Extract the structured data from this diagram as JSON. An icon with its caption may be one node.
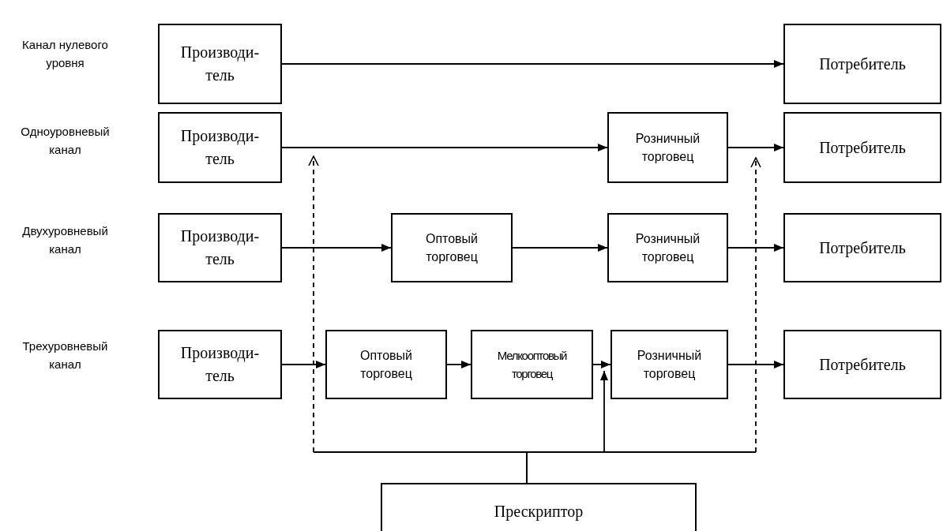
{
  "diagram": {
    "nodes": [
      {
        "text": [
          "Производи- тель"
        ]
      },
      {
        "text": [
          "Потребитель"
        ]
      },
      {
        "text": [
          "Производи- тель"
        ]
      },
      {
        "text": [
          "Розничный торговец"
        ]
      },
      {
        "text": [
          "Потребитель"
        ]
      },
      {
        "text": [
          "Производи- тель"
        ]
      },
      {
        "text": [
          "Оптовый торговец"
        ]
      },
      {
        "text": [
          "Розничный торговец"
        ]
      },
      {
        "text": [
          "Потребитель"
        ]
      },
      {
        "text": [
          "Производи- тель"
        ]
      },
      {
        "text": [
          "Оптовый торговец"
        ]
      },
      {
        "text": [
          "Мелкооптовый торговец"
        ]
      },
      {
        "text": [
          "Розничный торговец"
        ]
      },
      {
        "text": [
          "Потребитель"
        ]
      },
      {
        "text": [
          "Прескриптор"
        ]
      }
    ],
    "edges": [
      {
        "from": 0,
        "to": 1,
        "arrow": "to"
      },
      {
        "from": 2,
        "to": 3,
        "arrow": "to"
      },
      {
        "from": 3,
        "to": 4,
        "arrow": "to"
      },
      {
        "from": 5,
        "to": 6,
        "arrow": "to"
      },
      {
        "from": 6,
        "to": 7,
        "arrow": "to"
      },
      {
        "from": 7,
        "to": 8,
        "arrow": "to"
      },
      {
        "from": 9,
        "to": 10,
        "arrow": "to"
      },
      {
        "from": 10,
        "to": 11,
        "arrow": "to"
      },
      {
        "from": 11,
        "to": 12,
        "arrow": "to"
      },
      {
        "from": 12,
        "to": 13,
        "arrow": "to"
      },
      {
        "from": 14,
        "to": null,
        "arrow": "to",
        "style": "dashed"
      },
      {
        "from": 14,
        "to": null,
        "arrow": "to",
        "style": "dashed"
      },
      {
        "from": 14,
        "to": 12,
        "arrow": "to"
      }
    ],
    "labels": [
      "Канал нулевого уровня",
      "Одноуровневый канал",
      "Двухуровневый канал",
      "Трехуровневый канал"
    ]
  }
}
